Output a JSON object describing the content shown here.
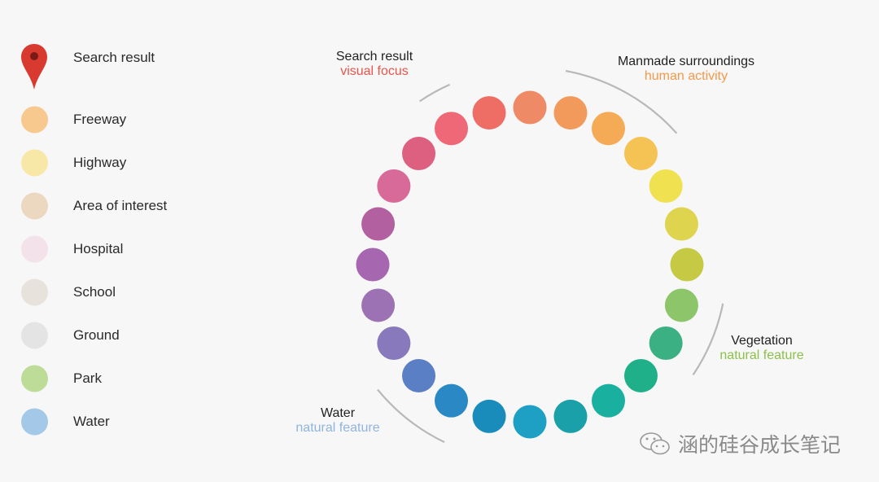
{
  "legend": {
    "pin": {
      "label": "Search result",
      "color": "#d93a2f"
    },
    "items": [
      {
        "label": "Freeway",
        "color": "#f8c98e"
      },
      {
        "label": "Highway",
        "color": "#f8e8a8"
      },
      {
        "label": "Area of interest",
        "color": "#ecd8c0"
      },
      {
        "label": "Hospital",
        "color": "#f4e2ea"
      },
      {
        "label": "School",
        "color": "#e8e2dc"
      },
      {
        "label": "Ground",
        "color": "#e4e4e4"
      },
      {
        "label": "Park",
        "color": "#bcdc98"
      },
      {
        "label": "Water",
        "color": "#a4c8e8"
      }
    ]
  },
  "wheel": {
    "colors": [
      "#ee8a66",
      "#f29a5c",
      "#f5ab55",
      "#f5c254",
      "#f0e150",
      "#dfd44e",
      "#c5c944",
      "#8cc56a",
      "#3bb082",
      "#1fb08a",
      "#1ab0a0",
      "#1aa0a8",
      "#1ea0c4",
      "#1a8cbc",
      "#2a88c4",
      "#5b7fc4",
      "#8878bc",
      "#9d72b4",
      "#a766b0",
      "#b2609f",
      "#d86a9a",
      "#de6080",
      "#ef6878",
      "#ee6e66"
    ],
    "arc_color": "#b8b8b8"
  },
  "groups": {
    "search": {
      "title": "Search result",
      "subtitle": "visual focus",
      "color": "#e8554a"
    },
    "manmade": {
      "title": "Manmade surroundings",
      "subtitle": "human activity",
      "color": "#f29a4a"
    },
    "vegetation": {
      "title": "Vegetation",
      "subtitle": "natural feature",
      "color": "#8cc04a"
    },
    "water": {
      "title": "Water",
      "subtitle": "natural feature",
      "color": "#8fb4e0"
    }
  },
  "watermark": {
    "text": "涵的硅谷成长笔记"
  }
}
